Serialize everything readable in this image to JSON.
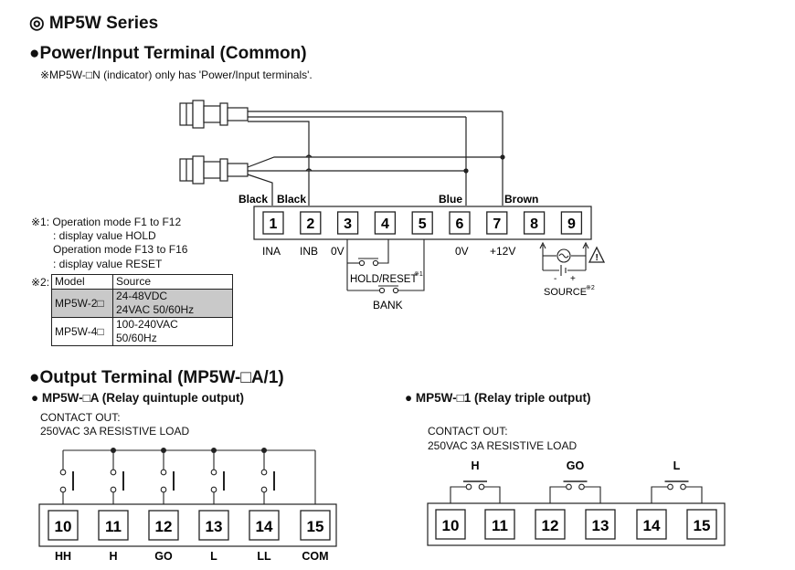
{
  "series_title": "◎ MP5W Series",
  "power_section": {
    "title": "●Power/Input Terminal (Common)",
    "note": "※MP5W-□N (indicator) only has 'Power/Input terminals'.",
    "wire_labels": [
      "Black",
      "Black",
      "Blue",
      "Brown"
    ],
    "terminals": [
      "1",
      "2",
      "3",
      "4",
      "5",
      "6",
      "7",
      "8",
      "9"
    ],
    "terminal_labels": {
      "t1": "INA",
      "t2": "INB",
      "t3": "0V",
      "t6": "0V",
      "t7": "+12V"
    },
    "hold_reset": "HOLD/RESET",
    "hold_reset_mark": "※1",
    "bank": "BANK",
    "source": "SOURCE",
    "source_mark": "※2",
    "polarity_minus": "-",
    "polarity_plus": "+",
    "warning_glyph": "!"
  },
  "notes": {
    "n1_line1": "※1: Operation mode F1 to F12",
    "n1_line2": ": display value HOLD",
    "n1_line3": "Operation mode F13 to F16",
    "n1_line4": ": display value RESET",
    "n2_label": "※2:"
  },
  "source_table": {
    "headers": [
      "Model",
      "Source"
    ],
    "rows": [
      {
        "model": "MP5W-2□",
        "source_line1": "24-48VDC",
        "source_line2": "24VAC 50/60Hz"
      },
      {
        "model": "MP5W-4□",
        "source_line1": "100-240VAC",
        "source_line2": "50/60Hz"
      }
    ]
  },
  "output_section": {
    "title": "●Output Terminal (MP5W-□A/1)",
    "quintuple": {
      "title": "● MP5W-□A (Relay quintuple output)",
      "contact_line1": "CONTACT OUT:",
      "contact_line2": "250VAC 3A RESISTIVE LOAD",
      "terminals": [
        "10",
        "11",
        "12",
        "13",
        "14",
        "15"
      ],
      "labels": [
        "HH",
        "H",
        "GO",
        "L",
        "LL",
        "COM"
      ]
    },
    "triple": {
      "title": "● MP5W-□1 (Relay triple output)",
      "contact_line1": "CONTACT OUT:",
      "contact_line2": "250VAC 3A RESISTIVE LOAD",
      "terminals": [
        "10",
        "11",
        "12",
        "13",
        "14",
        "15"
      ],
      "relay_labels": [
        "H",
        "GO",
        "L"
      ]
    }
  }
}
